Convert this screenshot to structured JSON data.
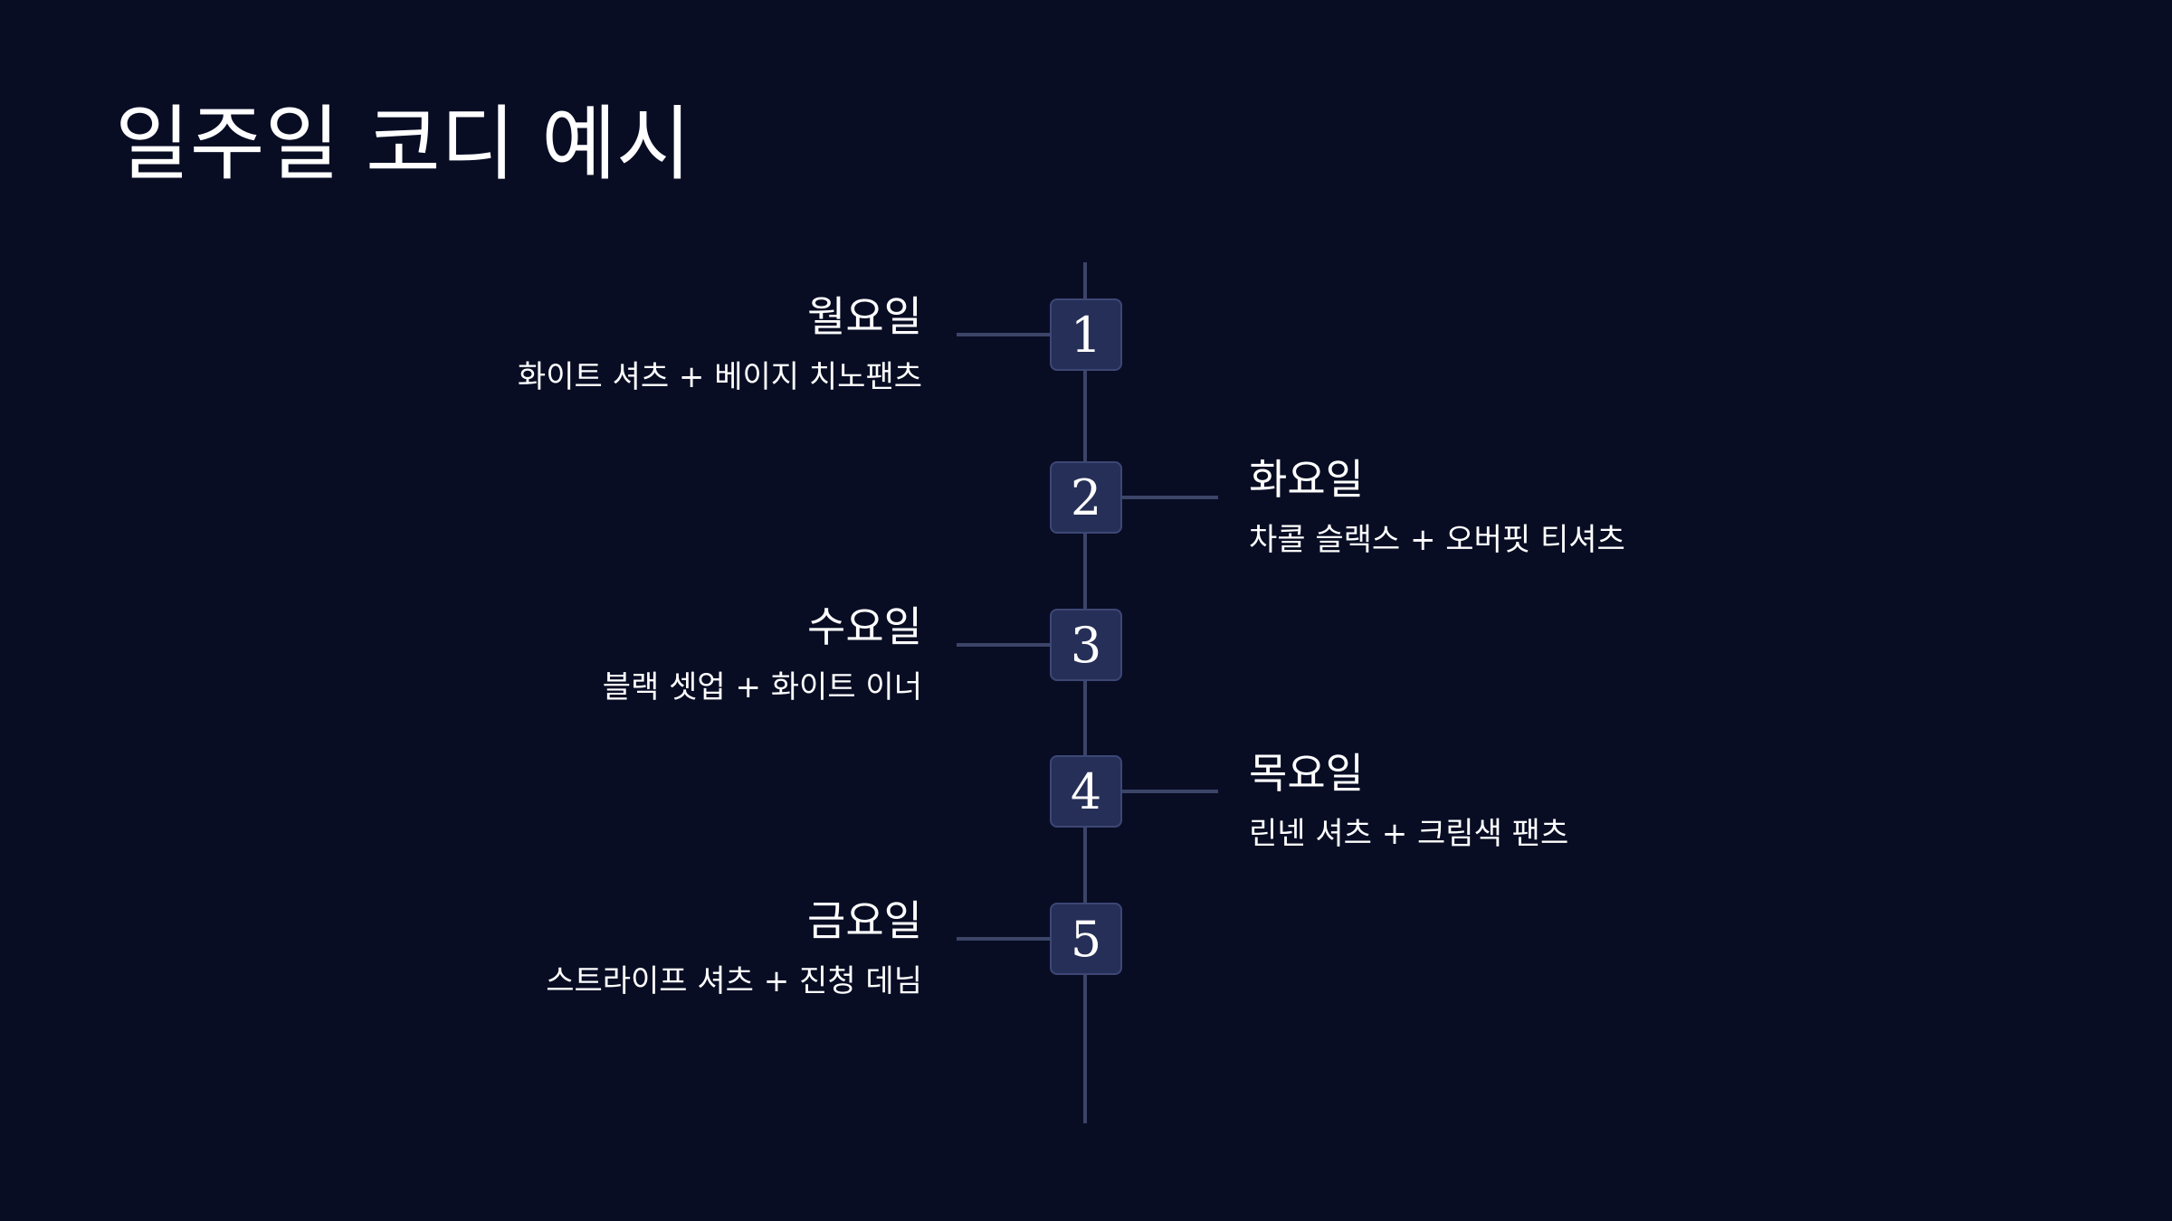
{
  "title": "일주일 코디 예시",
  "colors": {
    "background": "#080d24",
    "line": "#3c4568",
    "step_box": "#262f57",
    "text": "#ffffff"
  },
  "steps": [
    {
      "number": "1",
      "day": "월요일",
      "outfit": "화이트 셔츠 + 베이지 치노팬츠",
      "side": "left"
    },
    {
      "number": "2",
      "day": "화요일",
      "outfit": "차콜 슬랙스 + 오버핏 티셔츠",
      "side": "right"
    },
    {
      "number": "3",
      "day": "수요일",
      "outfit": "블랙 셋업 + 화이트 이너",
      "side": "left"
    },
    {
      "number": "4",
      "day": "목요일",
      "outfit": "린넨 셔츠 + 크림색 팬츠",
      "side": "right"
    },
    {
      "number": "5",
      "day": "금요일",
      "outfit": "스트라이프 셔츠 + 진청 데님",
      "side": "left"
    }
  ]
}
